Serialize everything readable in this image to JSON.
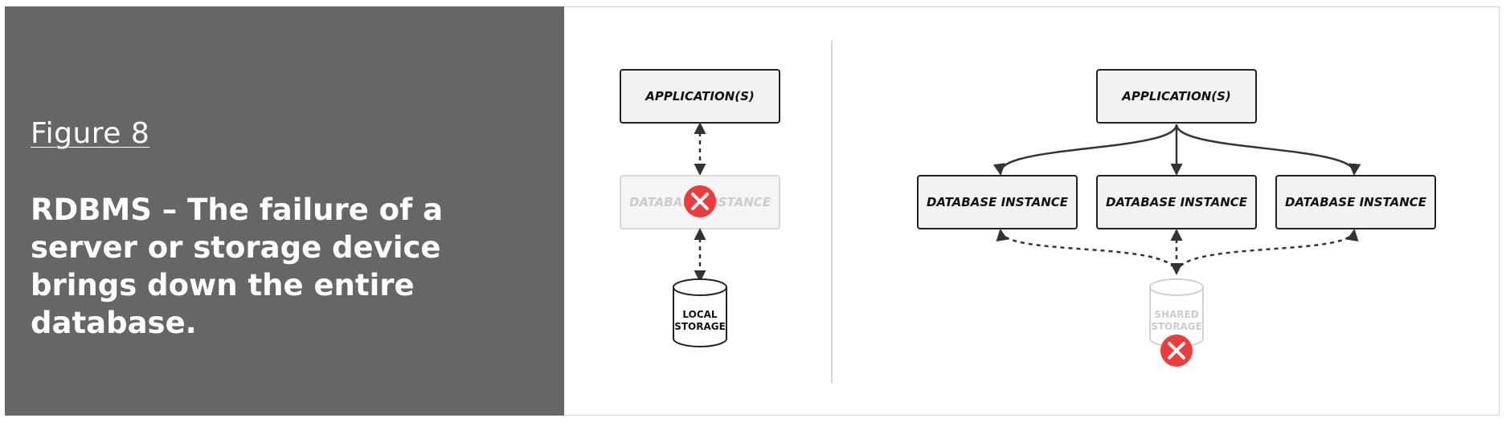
{
  "figure": {
    "label": "Figure 8",
    "caption": "RDBMS – The failure of a server or storage device brings down the entire database."
  },
  "left_diagram": {
    "app_label": "APPLICATION(S)",
    "db_label": "DATABASE INSTANCE",
    "storage_line1": "LOCAL",
    "storage_line2": "STORAGE"
  },
  "right_diagram": {
    "app_label": "APPLICATION(S)",
    "db_labels": [
      "DATABASE INSTANCE",
      "DATABASE INSTANCE",
      "DATABASE INSTANCE"
    ],
    "storage_line1": "SHARED",
    "storage_line2": "STORAGE"
  },
  "colors": {
    "panel": "#666666",
    "box_fill": "#f2f2f2",
    "failure": "#ee3b3b",
    "faded": "#d0d0d0"
  },
  "icons": {
    "failure": "failure-x-icon"
  }
}
